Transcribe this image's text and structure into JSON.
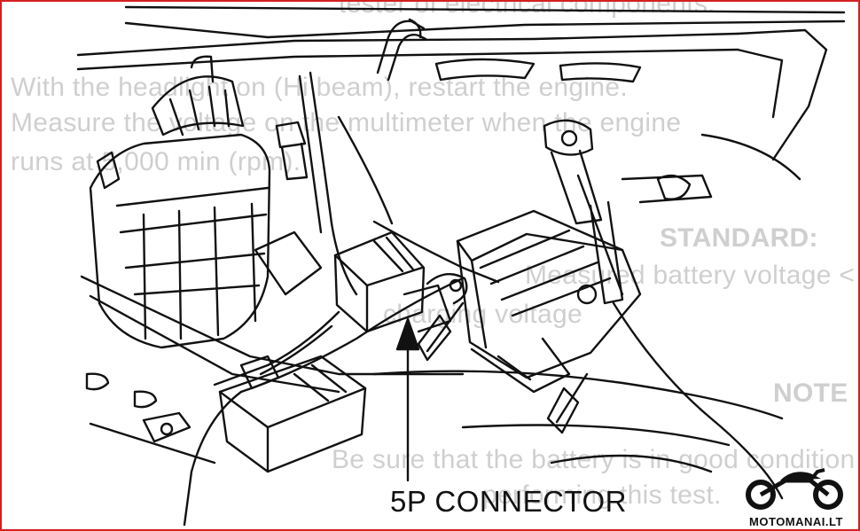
{
  "background_text": [
    "tester of electrical components.",
    "With the headlight on (Hi beam), restart the engine.",
    "Measure the voltage on the multimeter when the engine",
    "runs at 5,000 min (rpm).",
    "STANDARD:",
    "Measured battery voltage < Charging voltage",
    "charging voltage",
    "NOTE",
    "Be sure that the battery is in good condition before",
    "performing this test."
  ],
  "callout_label": "5P CONNECTOR",
  "watermark": "MOTOMANAI.LT",
  "colors": {
    "frame": "#d42020",
    "ink": "#111111",
    "ghost_text": "#cfcfcf"
  }
}
